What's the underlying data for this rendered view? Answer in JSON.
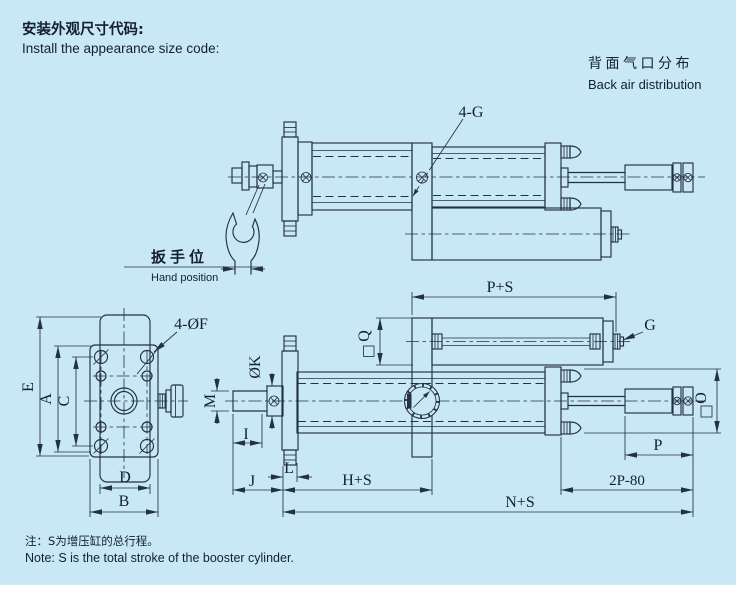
{
  "header": {
    "title_zh": "安装外观尺寸代码:",
    "title_en": "Install the appearance size code:"
  },
  "corner_note": {
    "zh": "背面气口分布",
    "en": "Back air distribution"
  },
  "top_view": {
    "port_label": "4-G",
    "wrench_label_zh": "扳手位",
    "wrench_label_en": "Hand position"
  },
  "front_view": {
    "holes_label": "4-ØF",
    "dim_E": "E",
    "dim_A": "A",
    "dim_C": "C",
    "dim_D": "D",
    "dim_B": "B"
  },
  "side_view": {
    "dim_PS": "P+S",
    "dim_Q": "Q",
    "port_label": "G",
    "dim_M": "M",
    "dim_K": "ØK",
    "dim_I": "I",
    "dim_J": "J",
    "dim_L": "L",
    "dim_HS": "H+S",
    "dim_O": "O",
    "dim_P": "P",
    "dim_2P80": "2P-80",
    "dim_NS": "N+S"
  },
  "footnote": {
    "zh": "注：S为增压缸的总行程。",
    "en": "Note: S is the total stroke of the booster cylinder."
  },
  "colors": {
    "background": "#c8e7f7",
    "line": "#243140",
    "text": "#14202e"
  }
}
